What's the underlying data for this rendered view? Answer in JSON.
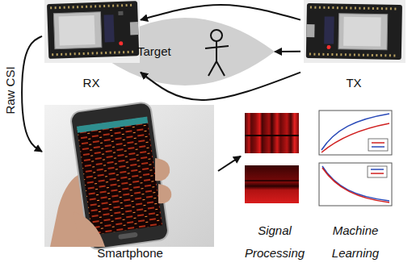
{
  "diagram": {
    "nodes": [
      {
        "text": [
          "RX"
        ]
      },
      {
        "text": [
          "Target"
        ]
      },
      {
        "text": [
          "TX"
        ]
      },
      {
        "text": [
          "Smartphone"
        ]
      },
      {
        "text": [
          "Signal Processing"
        ]
      },
      {
        "text": [
          "Machine Learning"
        ]
      }
    ],
    "edges": [
      {
        "from": 2,
        "to": 0,
        "arrow": "to"
      },
      {
        "from": 2,
        "to": 1,
        "arrow": "to"
      },
      {
        "from": 2,
        "to": 0,
        "arrow": "to"
      },
      {
        "from": 0,
        "to": 3,
        "label": "Raw CSI",
        "arrow": "to"
      },
      {
        "from": 3,
        "to": 4,
        "arrow": "to"
      }
    ]
  }
}
